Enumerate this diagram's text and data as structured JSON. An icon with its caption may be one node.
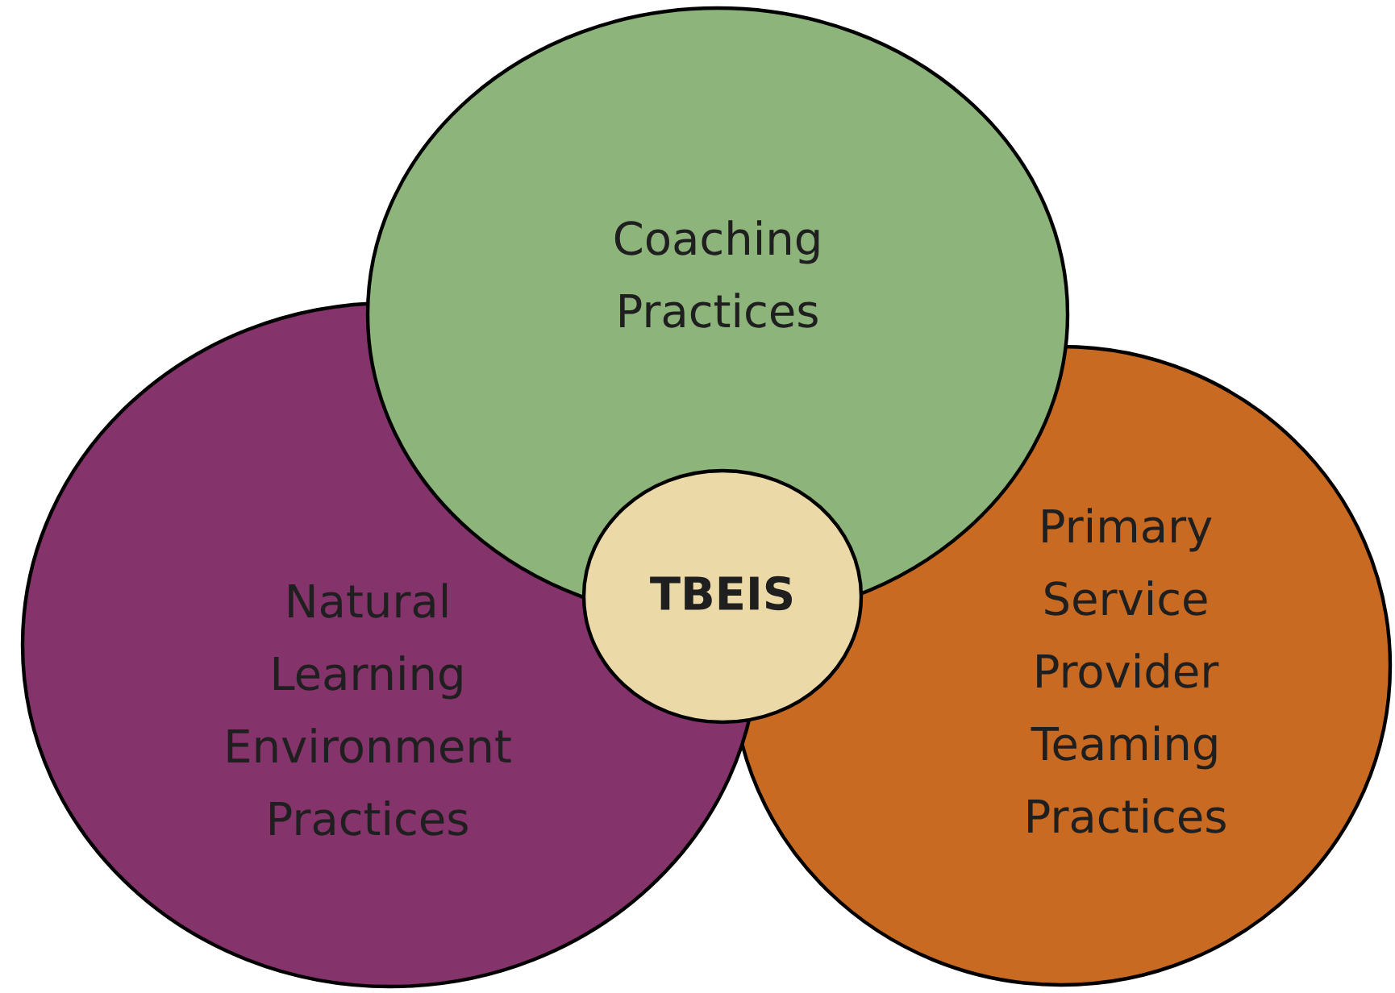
{
  "diagram": {
    "nodes": [
      {
        "text": [
          "Coaching Practices"
        ]
      },
      {
        "text": [
          "Natural Learning Environment Practices"
        ]
      },
      {
        "text": [
          "TBEIS"
        ]
      },
      {
        "text": [
          "Primary Service Provider Teaming Practices"
        ]
      }
    ]
  }
}
